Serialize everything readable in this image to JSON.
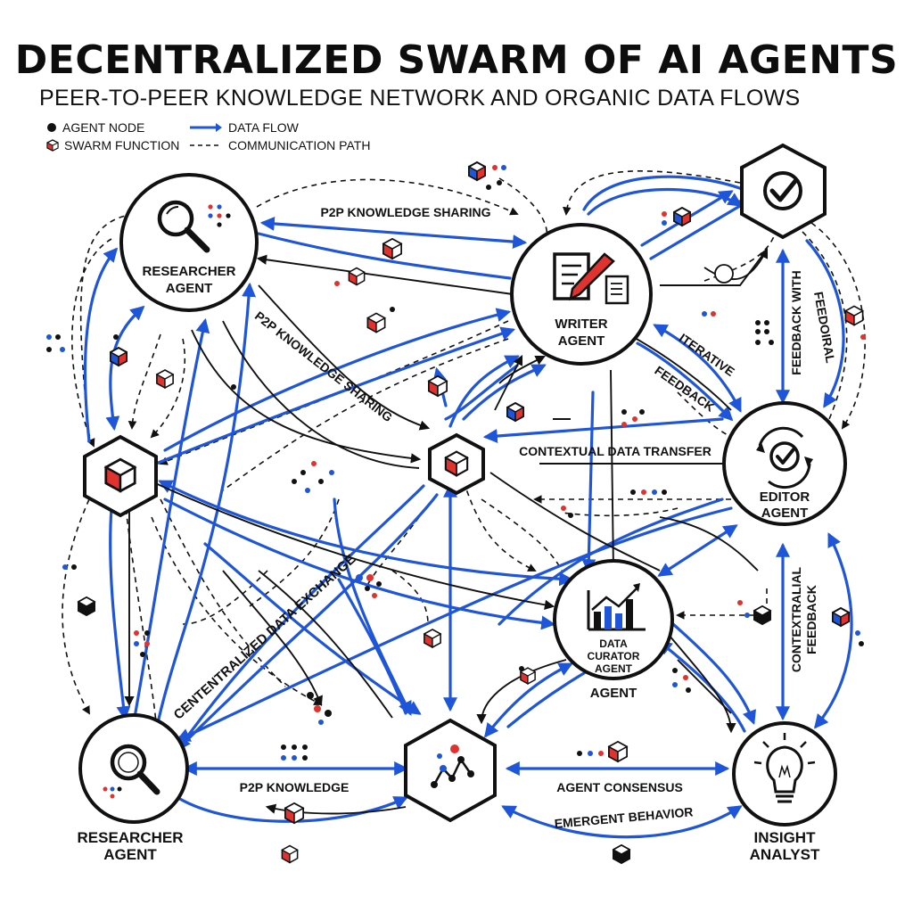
{
  "title": "DECENTRALIZED SWARM OF AI AGENTS",
  "subtitle": "PEER-TO-PEER KNOWLEDGE NETWORK AND ORGANIC DATA FLOWS",
  "legend": {
    "agent_node": "AGENT NODE",
    "swarm_function": "SWARM FUNCTION",
    "data_flow": "DATA FLOW",
    "communication_path": "COMMUNICATION PATH"
  },
  "colors": {
    "blue": "#1f55d8",
    "red": "#e0322f",
    "black": "#111111"
  },
  "nodes": {
    "researcher_top": {
      "line1": "RESEARCHER",
      "line2": "AGENT",
      "icon": "magnifier-icon"
    },
    "writer": {
      "line1": "WRITER",
      "line2": "AGENT",
      "icon": "document-pencil-icon"
    },
    "editor": {
      "line1": "EDITOR",
      "line2": "AGENT",
      "icon": "refresh-check-icon"
    },
    "data_curator": {
      "line1": "DATA",
      "line2": "CURATOR",
      "line3": "AGENT",
      "line4": "AGENT",
      "icon": "bar-chart-icon"
    },
    "researcher_bottom": {
      "line1": "RESEARCHER",
      "line2": "AGENT",
      "icon": "magnifier-icon"
    },
    "insight": {
      "line1": "INSIGHT",
      "line2": "ANALYST",
      "icon": "lightbulb-icon"
    },
    "check_hex": {
      "icon": "checkmark-icon"
    }
  },
  "flow_labels": {
    "p2p_top": "P2P KNOWLEDGE SHARING",
    "p2p_diag": "P2P KNOWLEDGE SHARING",
    "contextual_transfer": "CONTEXTUAL DATA TRANSFER",
    "iterative": "ITERATIVE",
    "feedback": "FEEDBACK",
    "feedback_with": "FEEDBACK WITH",
    "feedoiral": "FEEDOIRAL",
    "centralized": "CENTENTRALIZED DATA EXCHANGE",
    "contextralial": "CONTEXTRALIAL",
    "feedback_vertical": "FEEDBACK",
    "p2p_bottom": "P2P KNOWLEDGE",
    "agent_consensus": "AGENT CONSENSUS",
    "emergent_behavior": "EMERGENT BEHAVIOR"
  }
}
